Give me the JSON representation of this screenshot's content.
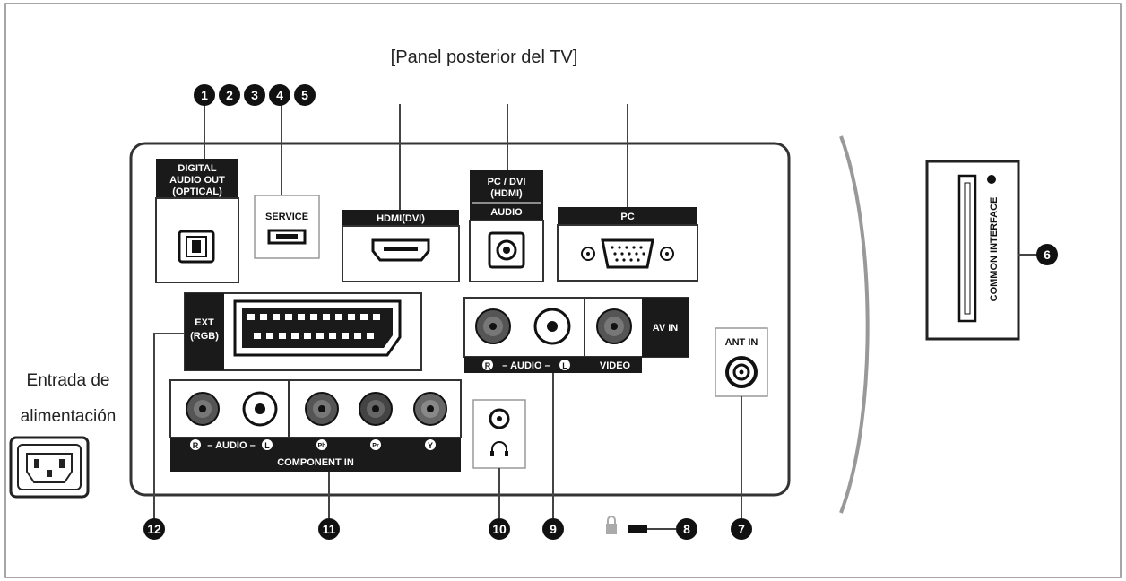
{
  "title": "[Panel posterior del TV]",
  "power_label_line1": "Entrada de",
  "power_label_line2": "alimentación",
  "ports": {
    "digital_audio_out": [
      "DIGITAL",
      "AUDIO OUT",
      "(OPTICAL)"
    ],
    "service": "SERVICE",
    "hdmi_dvi": "HDMI(DVI)",
    "pc_dvi": [
      "PC / DVI",
      "(HDMI)"
    ],
    "audio": "AUDIO",
    "pc": "PC",
    "ext_rgb": [
      "EXT",
      "(RGB)"
    ],
    "av_in": "AV IN",
    "av_audio_caption": "– AUDIO –",
    "video": "VIDEO",
    "ant_in": "ANT IN",
    "component_audio_caption": "– AUDIO –",
    "component_in": "COMPONENT IN",
    "common_interface": "COMMON INTERFACE"
  },
  "callouts": [
    "1",
    "2",
    "3",
    "4",
    "5",
    "6",
    "7",
    "8",
    "9",
    "10",
    "11",
    "12"
  ],
  "jack_letters": {
    "right": "R",
    "left": "L",
    "pb": "Pb",
    "pr": "Pr",
    "y": "Y"
  }
}
